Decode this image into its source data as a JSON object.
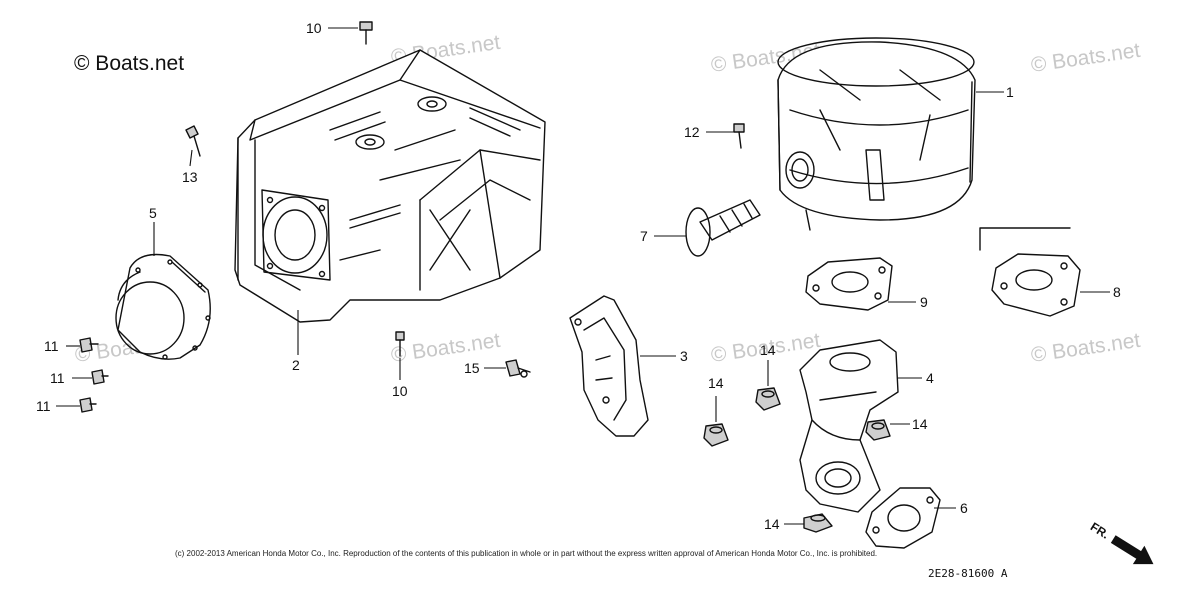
{
  "watermarks": {
    "primary": "© Boats.net",
    "faint": "© Boats.net"
  },
  "callouts": {
    "c1": "1",
    "c2": "2",
    "c3": "3",
    "c4": "4",
    "c5": "5",
    "c6": "6",
    "c7": "7",
    "c8": "8",
    "c9": "9",
    "c10a": "10",
    "c10b": "10",
    "c11a": "11",
    "c11b": "11",
    "c11c": "11",
    "c12": "12",
    "c13": "13",
    "c14a": "14",
    "c14b": "14",
    "c14c": "14",
    "c14d": "14",
    "c15": "15"
  },
  "copyright": "(c) 2002-2013 American Honda Motor Co., Inc. Reproduction of the contents of this publication in whole or in part without the express written approval of American Honda Motor Co., Inc. is prohibited.",
  "diagram_code": "2E28-81600 A",
  "direction_label": "FR.",
  "colors": {
    "line": "#111111",
    "watermark": "#c8c8c8"
  }
}
